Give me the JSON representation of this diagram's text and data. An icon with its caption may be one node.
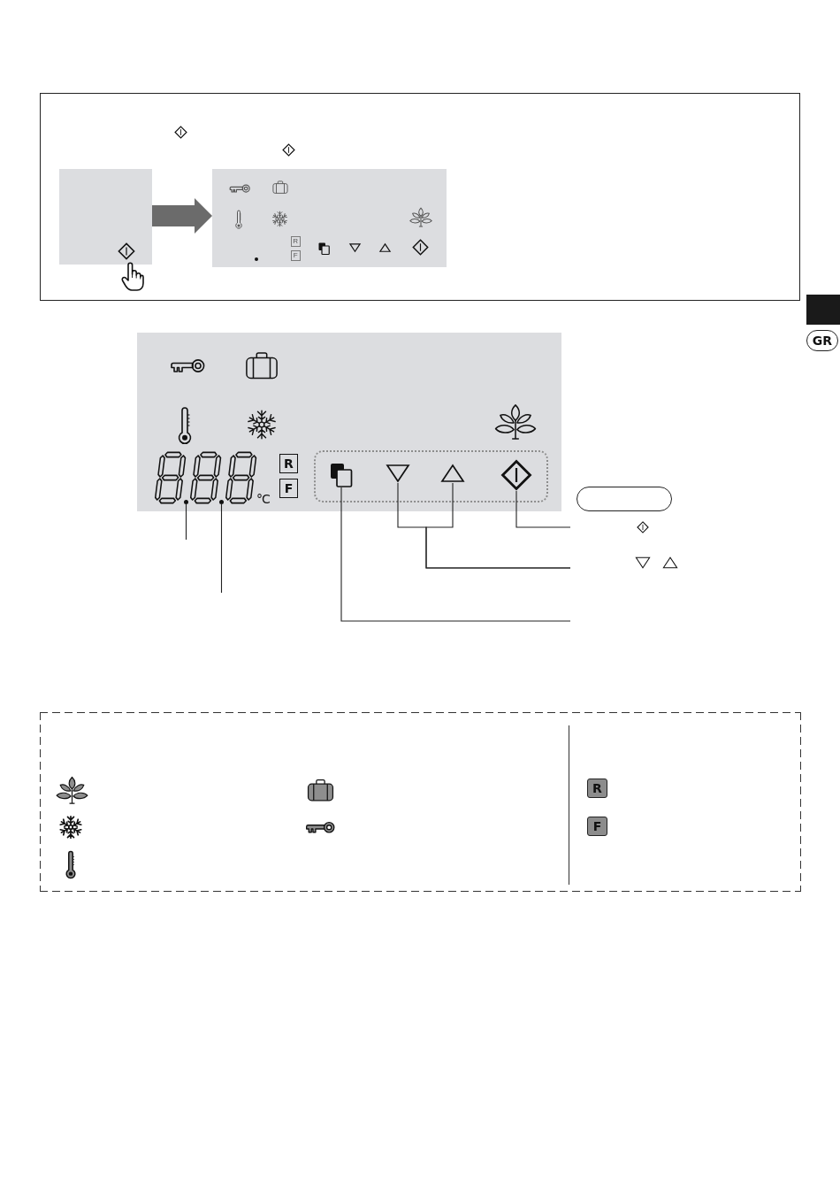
{
  "diagram": {
    "nodes": [
      {
        "text": [],
        "shape": "box"
      },
      {
        "text": [],
        "shape": "box",
        "in": 0
      },
      {
        "text": [],
        "shape": "box",
        "in": 0
      },
      {
        "text": [
          "R"
        ],
        "in": 2
      },
      {
        "text": [
          "F"
        ],
        "in": 2
      },
      {
        "text": [
          "GR"
        ]
      },
      {
        "text": [],
        "shape": "box"
      },
      {
        "text": [
          "R"
        ],
        "in": 6
      },
      {
        "text": [
          "F"
        ],
        "in": 6
      },
      {
        "text": [],
        "shape": "box",
        "in": 6
      },
      {
        "text": [],
        "shape": "box",
        "in": 9
      },
      {
        "text": [],
        "shape": "triangle",
        "in": 9
      },
      {
        "text": [],
        "shape": "triangle",
        "in": 9
      },
      {
        "text": [],
        "shape": "diamond",
        "in": 9
      },
      {
        "text": [],
        "shape": "dot",
        "in": 6
      },
      {
        "text": [],
        "shape": "dot",
        "in": 6
      },
      {
        "text": [],
        "shape": "oval"
      },
      {
        "text": [],
        "shape": "box"
      },
      {
        "text": [
          "R"
        ],
        "in": 17
      },
      {
        "text": [
          "F"
        ],
        "in": 17
      }
    ],
    "edges": [
      {
        "from": 1,
        "to": 2,
        "arrow": "to",
        "style": "thick",
        "color": "#6b6b6b"
      },
      {
        "from": null,
        "to": 14,
        "arrow": "none"
      },
      {
        "from": null,
        "to": 15,
        "arrow": "none"
      },
      {
        "from": null,
        "to": 13,
        "arrow": "none"
      },
      {
        "from": null,
        "to": 11,
        "arrow": "none"
      },
      {
        "from": null,
        "to": 12,
        "arrow": "none"
      },
      {
        "from": null,
        "to": 10,
        "arrow": "none"
      }
    ],
    "labels": [
      "°C"
    ]
  }
}
